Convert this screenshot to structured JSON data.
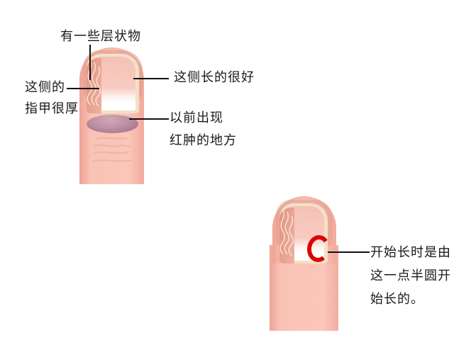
{
  "figure1": {
    "labels": {
      "layers": "有一些层状物",
      "thick_side_line1": "这侧的",
      "thick_side_line2": "指甲很厚",
      "good_side": "这侧长的很好",
      "red_spot_line1": "以前出现",
      "red_spot_line2": "红肿的地方"
    }
  },
  "figure2": {
    "labels": {
      "start_line1": "开始长时是由",
      "start_line2": "这一点半圆开",
      "start_line3": "始长的。"
    }
  },
  "colors": {
    "background": "#ffffff",
    "skin": "#f9c3b6",
    "skin_shadow": "#e29a8c",
    "nail_border": "#f0e2c6",
    "nail_bed": "#f8cbc1",
    "nail_free_edge": "#ffffff",
    "layered_area": "#e8a391",
    "swollen_spot": "#a5748c",
    "growth_arc": "#dc0505",
    "annotation_line": "#111111",
    "annotation_text": "#1a1a1a"
  }
}
